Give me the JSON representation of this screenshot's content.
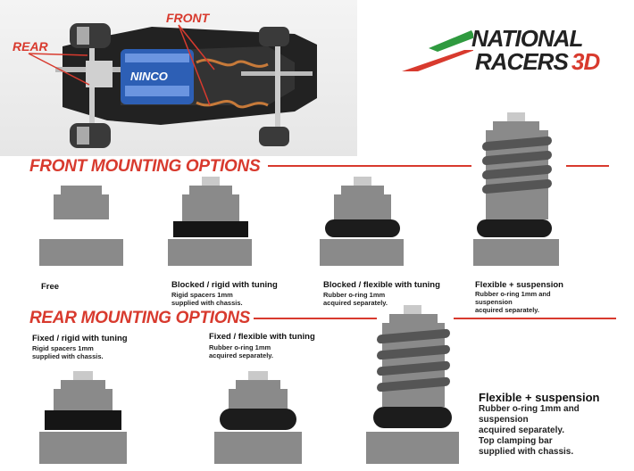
{
  "photo": {
    "front_label": "FRONT",
    "rear_label": "REAR",
    "motor_text": "NINCO"
  },
  "brand": {
    "line1": "NATIONAL",
    "line2": "RACERS",
    "suffix": "3D",
    "colors": {
      "red": "#d83a2e",
      "green": "#2f9a3f",
      "dark": "#222222"
    }
  },
  "front": {
    "title": "FRONT MOUNTING OPTIONS",
    "options": [
      {
        "title": "Free",
        "sub": []
      },
      {
        "title": "Blocked / rigid with tuning",
        "sub": [
          "Rigid spacers 1mm",
          "supplied with chassis."
        ]
      },
      {
        "title": "Blocked / flexible with tuning",
        "sub": [
          "Rubber o-ring 1mm",
          "acquired separately."
        ]
      },
      {
        "title": "Flexible + suspension",
        "sub": [
          "Rubber o-ring 1mm and",
          "suspension",
          "acquired separately."
        ]
      }
    ]
  },
  "rear": {
    "title": "REAR MOUNTING OPTIONS",
    "options": [
      {
        "title": "Fixed / rigid with tuning",
        "sub": [
          "Rigid spacers 1mm",
          "supplied with chassis."
        ]
      },
      {
        "title": "Fixed / flexible with tuning",
        "sub": [
          "Rubber o-ring 1mm",
          "acquired separately."
        ]
      },
      {
        "title": "Flexible + suspension",
        "sub": [
          "Rubber o-ring 1mm and",
          "suspension",
          "acquired separately.",
          "Top clamping bar",
          "supplied with chassis."
        ]
      }
    ]
  },
  "accent_color": "#d83a2e"
}
